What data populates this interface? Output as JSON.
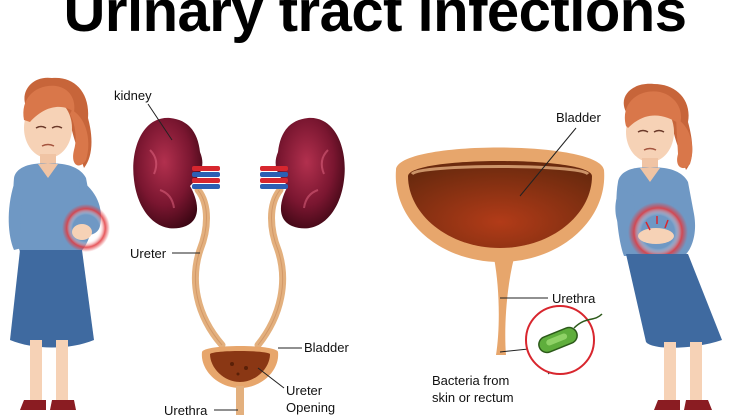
{
  "title": "Urinary tract infections",
  "labels": {
    "kidney": "kidney",
    "ureter": "Ureter",
    "bladder_small": "Bladder",
    "ureter_opening": "Ureter\nOpening",
    "ureter_opening_l1": "Ureter",
    "ureter_opening_l2": "Opening",
    "urethra_small": "Urethra",
    "bladder_large": "Bladder",
    "urethra_large": "Urethra",
    "bacteria_l1": "Bacteria from",
    "bacteria_l2": "skin or rectum"
  },
  "colors": {
    "kidney_dark": "#4a0a18",
    "kidney_mid": "#8b1a33",
    "ureter_tube": "#e3b07e",
    "bladder_outer": "#e7a66c",
    "bladder_inner": "#8a3714",
    "bacteria": "#5fae3c",
    "infection_ring": "#d8262e",
    "blouse": "#6f98c4",
    "skirt": "#3f6aa0",
    "hair": "#d9774a"
  },
  "icons": [
    "woman-left-icon",
    "kidneys-icon",
    "bladder-icon",
    "bacteria-icon",
    "woman-right-icon"
  ]
}
